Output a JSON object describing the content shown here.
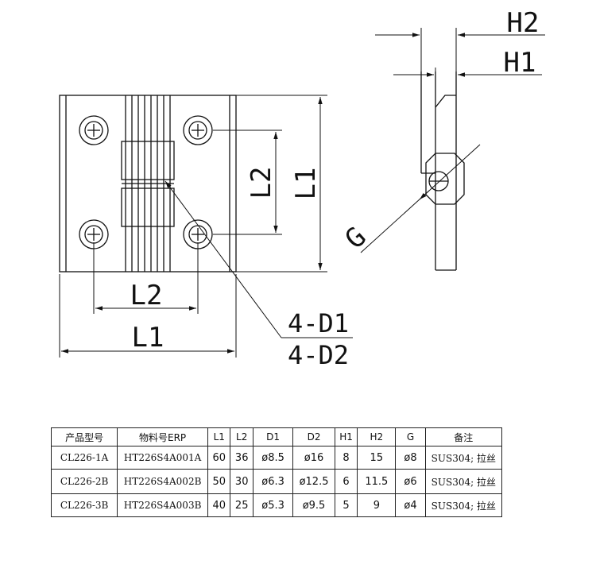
{
  "drawing": {
    "front_labels": {
      "l1_bottom": "L1",
      "l2_bottom": "L2",
      "l1_right": "L1",
      "l2_right": "L2",
      "callout_d1": "4-D1",
      "callout_d2": "4-D2"
    },
    "side_labels": {
      "h1": "H1",
      "h2": "H2",
      "g": "G"
    }
  },
  "table": {
    "headers": [
      "产品型号",
      "物料号ERP",
      "L1",
      "L2",
      "D1",
      "D2",
      "H1",
      "H2",
      "G",
      "备注"
    ],
    "rows": [
      [
        "CL226-1A",
        "HT226S4A001A",
        "60",
        "36",
        "ø8.5",
        "ø16",
        "8",
        "15",
        "ø8",
        "SUS304; 拉丝"
      ],
      [
        "CL226-2B",
        "HT226S4A002B",
        "50",
        "30",
        "ø6.3",
        "ø12.5",
        "6",
        "11.5",
        "ø6",
        "SUS304; 拉丝"
      ],
      [
        "CL226-3B",
        "HT226S4A003B",
        "40",
        "25",
        "ø5.3",
        "ø9.5",
        "5",
        "9",
        "ø4",
        "SUS304; 拉丝"
      ]
    ]
  }
}
